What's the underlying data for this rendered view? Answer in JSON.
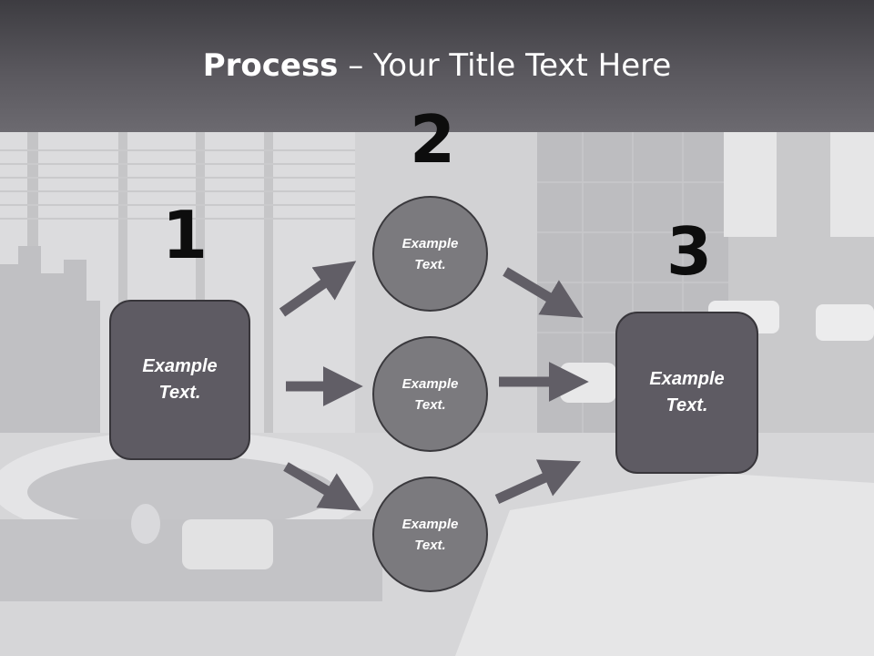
{
  "slide": {
    "title_bold": "Process",
    "title_rest": " – Your Title Text Here"
  },
  "steps": [
    {
      "number": "1",
      "text": "Example\nText."
    },
    {
      "number": "2",
      "text": "Example\nText."
    },
    {
      "number": "3",
      "text": "Example\nText."
    }
  ],
  "circles": [
    {
      "text": "Example\nText."
    },
    {
      "text": "Example\nText."
    },
    {
      "text": "Example\nText."
    }
  ],
  "colors": {
    "box_fill": "#5e5b63",
    "circle_fill": "#7b7a7e",
    "arrow": "#615e66",
    "header": "#4a484e"
  }
}
